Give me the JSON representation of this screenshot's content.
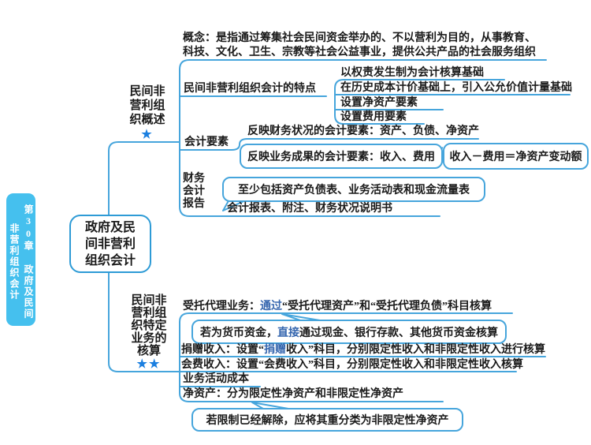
{
  "sidebar": {
    "tab_text": "第30章 政府及民间\n非营利组织会计"
  },
  "root": {
    "label": "政府及民\n间非营利\n组织会计"
  },
  "branch_overview": {
    "label": "民间非\n营利组\n织概述",
    "stars": "★",
    "concept": "概念：是指通过筹集社会民间资金举办的、不以营利为目的，从事教育、\n科技、文化、卫生、宗教等社会公益事业，提供公共产品的社会服务组织",
    "features": {
      "label": "民间非营利组织会计的特点",
      "items": [
        "以权责发生制为会计核算基础",
        "在历史成本计价基础上，引入公允价值计量基础",
        "设置净资产要素",
        "设置费用要素"
      ]
    },
    "elements": {
      "label": "会计要素",
      "financial_position": "反映财务状况的会计要素：资产、负债、净资产",
      "operating_results": "反映业务成果的会计要素：收入、费用",
      "formula": "收入－费用＝净资产变动额"
    },
    "report": {
      "label": "财务\n会计\n报告",
      "includes": "至少包括资产负债表、业务活动表和现金流量表",
      "composition": "会计报表、附注、财务状况说明书"
    }
  },
  "branch_special": {
    "label": "民间非\n营利组\n织特定\n业务的\n核算",
    "stars": "★★",
    "entrusted": {
      "pre": "受托代理业务：",
      "hl": "通过",
      "post": "“受托代理资产”和“受托代理负债”科目核算"
    },
    "entrusted_note": {
      "pre": "若为货币资金，",
      "hl": "直接",
      "post": "通过现金、银行存款、其他货币资金核算"
    },
    "donation": {
      "pre": "捐赠收入：设置“",
      "hl": "捐赠",
      "post": "收入”科目，分别限定性收入和非限定性收入进行核算"
    },
    "membership": "会费收入：设置“会费收入”科目，分别限定性收入和非限定性收入核算",
    "activity_cost": "业务活动成本",
    "net_assets": "净资产：分为限定性净资产和非限定性净资产",
    "net_assets_note": "若限制已经解除，应将其重分类为非限定性净资产"
  },
  "colors": {
    "line": "#46a5dc",
    "tab_bg": "#45c0ee",
    "star": "#1b7fe0",
    "highlight": "#3566ae"
  }
}
